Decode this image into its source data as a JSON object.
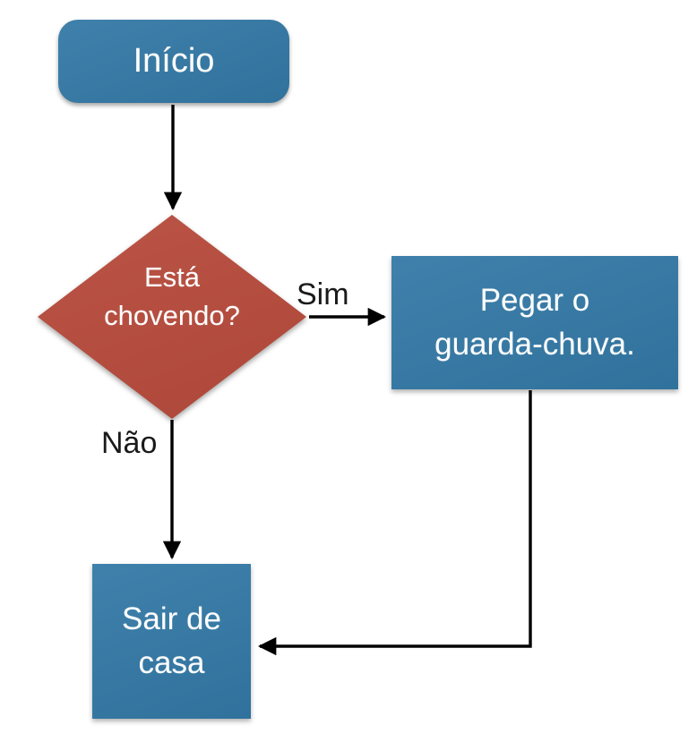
{
  "diagram": {
    "type": "flowchart",
    "language": "pt-BR",
    "nodes": {
      "start": {
        "label": "Início",
        "shape": "rounded-rectangle",
        "fill": "#3379A6",
        "text_color": "#FFFFFF"
      },
      "decision": {
        "label": "Está\nchovendo?",
        "shape": "diamond",
        "fill": "#B74B3C",
        "text_color": "#FFFFFF"
      },
      "take_umbrella": {
        "label": "Pegar o\nguarda-chuva.",
        "shape": "rectangle",
        "fill": "#3379A6",
        "text_color": "#FFFFFF"
      },
      "leave_house": {
        "label": "Sair de\ncasa",
        "shape": "rectangle",
        "fill": "#3379A6",
        "text_color": "#FFFFFF"
      }
    },
    "edges": [
      {
        "from": "start",
        "to": "decision",
        "label": ""
      },
      {
        "from": "decision",
        "to": "take_umbrella",
        "label": "Sim"
      },
      {
        "from": "decision",
        "to": "leave_house",
        "label": "Não"
      },
      {
        "from": "take_umbrella",
        "to": "leave_house",
        "label": ""
      }
    ],
    "colors": {
      "node_blue": "#3379A6",
      "decision_red": "#B74B3C",
      "arrow_black": "#000000",
      "node_text": "#FFFFFF",
      "label_text": "#1A1A1A",
      "background": "#FFFFFF"
    }
  }
}
